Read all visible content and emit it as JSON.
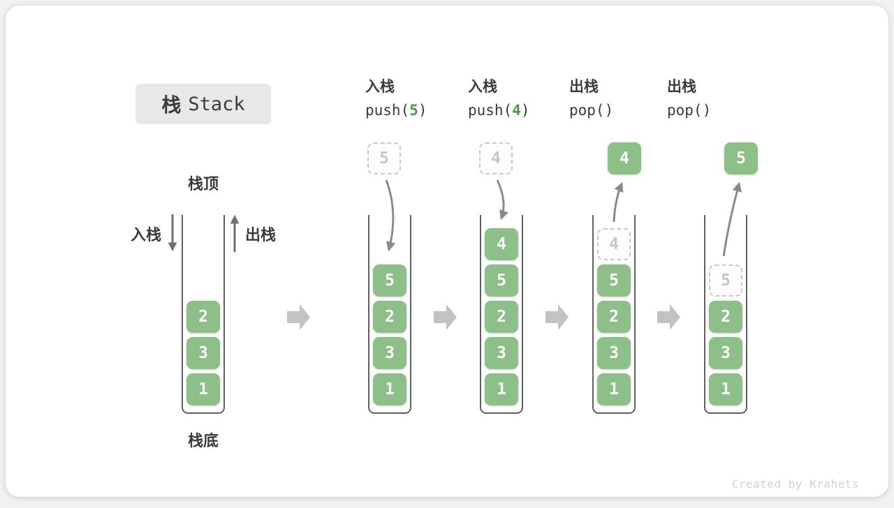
{
  "title": {
    "cjk": "栈",
    "en": "Stack"
  },
  "legend": {
    "stack_top": "栈顶",
    "stack_bottom": "栈底",
    "push_side": "入栈",
    "pop_side": "出栈"
  },
  "columns": [
    {
      "label": "入栈",
      "op_prefix": "push(",
      "op_arg": "5",
      "op_suffix": ")"
    },
    {
      "label": "入栈",
      "op_prefix": "push(",
      "op_arg": "4",
      "op_suffix": ")"
    },
    {
      "label": "出栈",
      "op_prefix": "pop(",
      "op_arg": "",
      "op_suffix": ")"
    },
    {
      "label": "出栈",
      "op_prefix": "pop(",
      "op_arg": "",
      "op_suffix": ")"
    }
  ],
  "floating": [
    {
      "value": "5",
      "style": "ghost"
    },
    {
      "value": "4",
      "style": "ghost"
    },
    {
      "value": "4",
      "style": "solid"
    },
    {
      "value": "5",
      "style": "solid"
    }
  ],
  "stacks": [
    {
      "values_bottom_to_top": [
        "1",
        "3",
        "2"
      ]
    },
    {
      "values_bottom_to_top": [
        "1",
        "3",
        "2",
        "5"
      ]
    },
    {
      "values_bottom_to_top": [
        "1",
        "3",
        "2",
        "5",
        "4"
      ]
    },
    {
      "values_bottom_to_top": [
        "1",
        "3",
        "2",
        "5"
      ],
      "ghost": {
        "value": "4"
      }
    },
    {
      "values_bottom_to_top": [
        "1",
        "3",
        "2"
      ],
      "ghost": {
        "value": "5"
      }
    }
  ],
  "watermark": "Created by Krahets",
  "colors": {
    "cell_green": "#8dbf88",
    "op_arg_green": "#4d9a44",
    "arrow_gray": "#8a8a8a",
    "block_arrow_gray": "#c2c2c2",
    "ghost_gray": "#c9c9c9",
    "text_dark": "#3b3b3b",
    "title_bg": "#e8e8e8"
  }
}
